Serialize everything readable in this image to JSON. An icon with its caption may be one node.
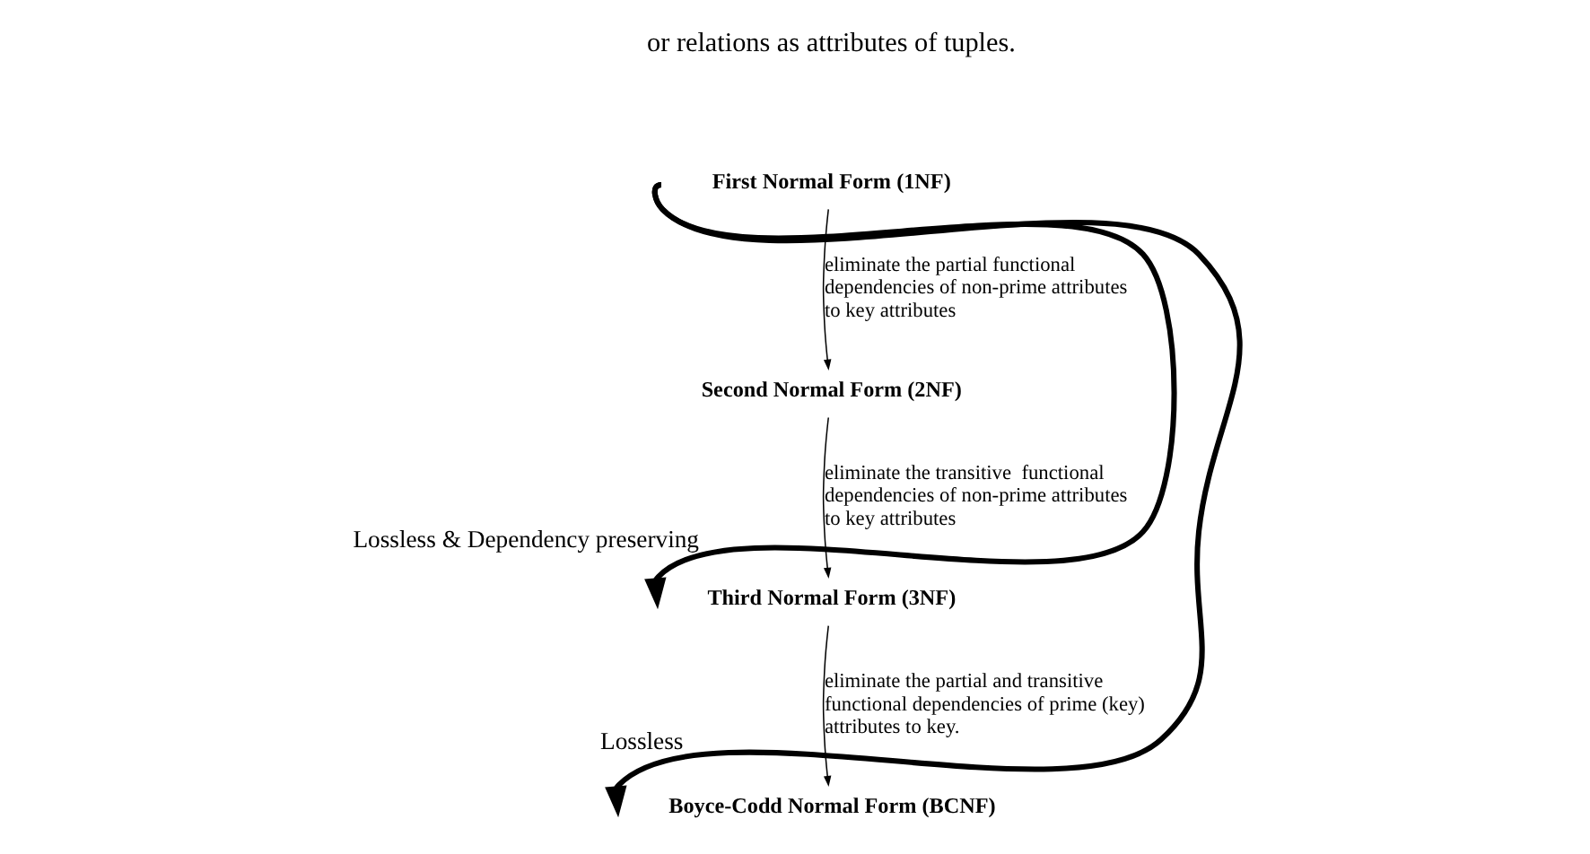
{
  "diagram": {
    "nodes": [
      {
        "text": [
          "First Normal Form (1NF)"
        ]
      },
      {
        "text": [
          "Second Normal Form (2NF)"
        ]
      },
      {
        "text": [
          "Third Normal Form (3NF)"
        ]
      },
      {
        "text": [
          "Boyce-Codd Normal Form (BCNF)"
        ]
      }
    ],
    "edges": [
      {
        "from": 0,
        "to": 1,
        "arrow": "to",
        "label": "eliminate the partial functional dependencies of non-prime attributes to key attributes"
      },
      {
        "from": 1,
        "to": 2,
        "arrow": "to",
        "label": "eliminate the transitive  functional dependencies of non-prime attributes to key attributes"
      },
      {
        "from": 2,
        "to": 3,
        "arrow": "to",
        "label": "eliminate the partial and transitive functional dependencies of prime (key) attributes to key."
      },
      {
        "from": 0,
        "to": 2,
        "arrow": "to",
        "label": "Lossless & Dependency preserving",
        "style": "thick"
      },
      {
        "from": 0,
        "to": 3,
        "arrow": "to",
        "label": "Lossless",
        "style": "thick"
      }
    ],
    "labels": [
      "or relations as attributes of tuples."
    ]
  }
}
